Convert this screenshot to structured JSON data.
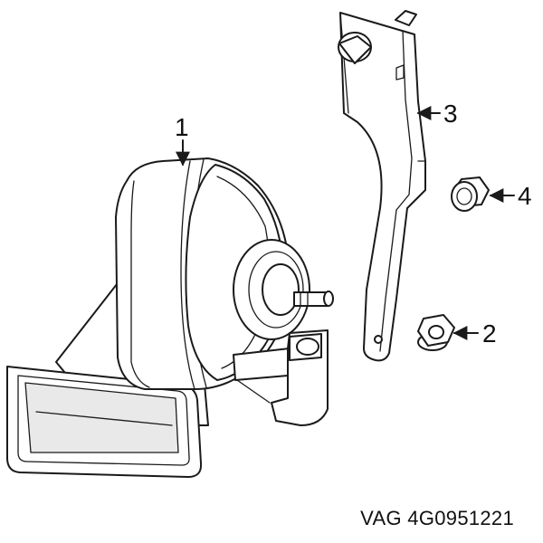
{
  "callouts": [
    {
      "number": "1",
      "part": "horn"
    },
    {
      "number": "2",
      "part": "nut"
    },
    {
      "number": "3",
      "part": "bracket"
    },
    {
      "number": "4",
      "part": "nut"
    }
  ],
  "caption": "VAG 4G0951221"
}
